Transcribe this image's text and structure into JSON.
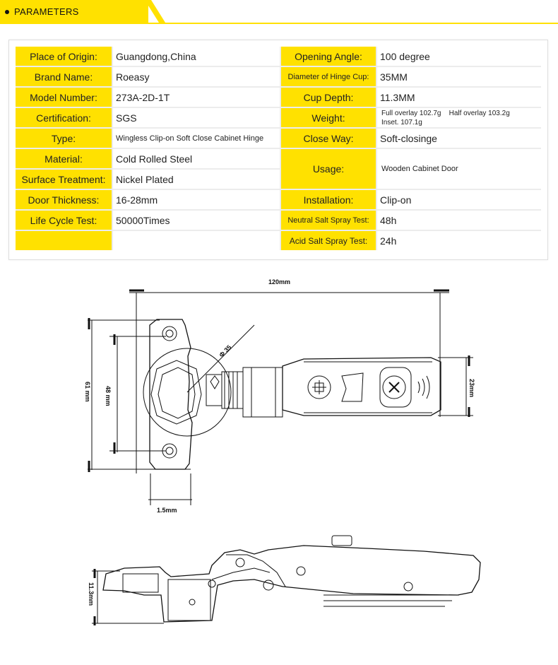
{
  "header": {
    "title": "PARAMETERS",
    "accent": "#ffe100"
  },
  "left_rows": [
    {
      "label": "Place of Origin:",
      "value": "Guangdong,China"
    },
    {
      "label": "Brand Name:",
      "value": "Roeasy"
    },
    {
      "label": "Model Number:",
      "value": "273A-2D-1T"
    },
    {
      "label": "Certification:",
      "value": "SGS"
    },
    {
      "label": "Type:",
      "value": "Wingless Clip-on Soft Close Cabinet Hinge"
    },
    {
      "label": "Material:",
      "value": "Cold Rolled Steel"
    },
    {
      "label": "Surface Treatment:",
      "value": "Nickel Plated"
    },
    {
      "label": "Door Thickness:",
      "value": "16-28mm"
    },
    {
      "label": "Life Cycle Test:",
      "value": "50000Times"
    }
  ],
  "right_rows": [
    {
      "label": "Opening Angle:",
      "value": "100 degree"
    },
    {
      "label": "Diameter of Hinge Cup:",
      "value": "35MM"
    },
    {
      "label": "Cup Depth:",
      "value": "11.3MM"
    },
    {
      "label": "Weight:",
      "value_line1": "Full overlay 102.7g    Half overlay 103.2g",
      "value_line2": "Inset. 107.1g"
    },
    {
      "label": "Close Way:",
      "value": "Soft-closinge"
    },
    {
      "label": "Usage:",
      "value": "Wooden Cabinet Door"
    },
    {
      "label": "Installation:",
      "value": "Clip-on"
    },
    {
      "label": "Neutral Salt Spray Test:",
      "value": "48h"
    },
    {
      "label": "Acid Salt Spray Test:",
      "value": "24h"
    }
  ],
  "dimensions": {
    "width": "120mm",
    "cup_diameter": "Φ 35",
    "height_outer": "61 mm",
    "height_inner": "48 mm",
    "arm_height": "23mm",
    "offset": "1.5mm",
    "depth": "11.3mm"
  }
}
